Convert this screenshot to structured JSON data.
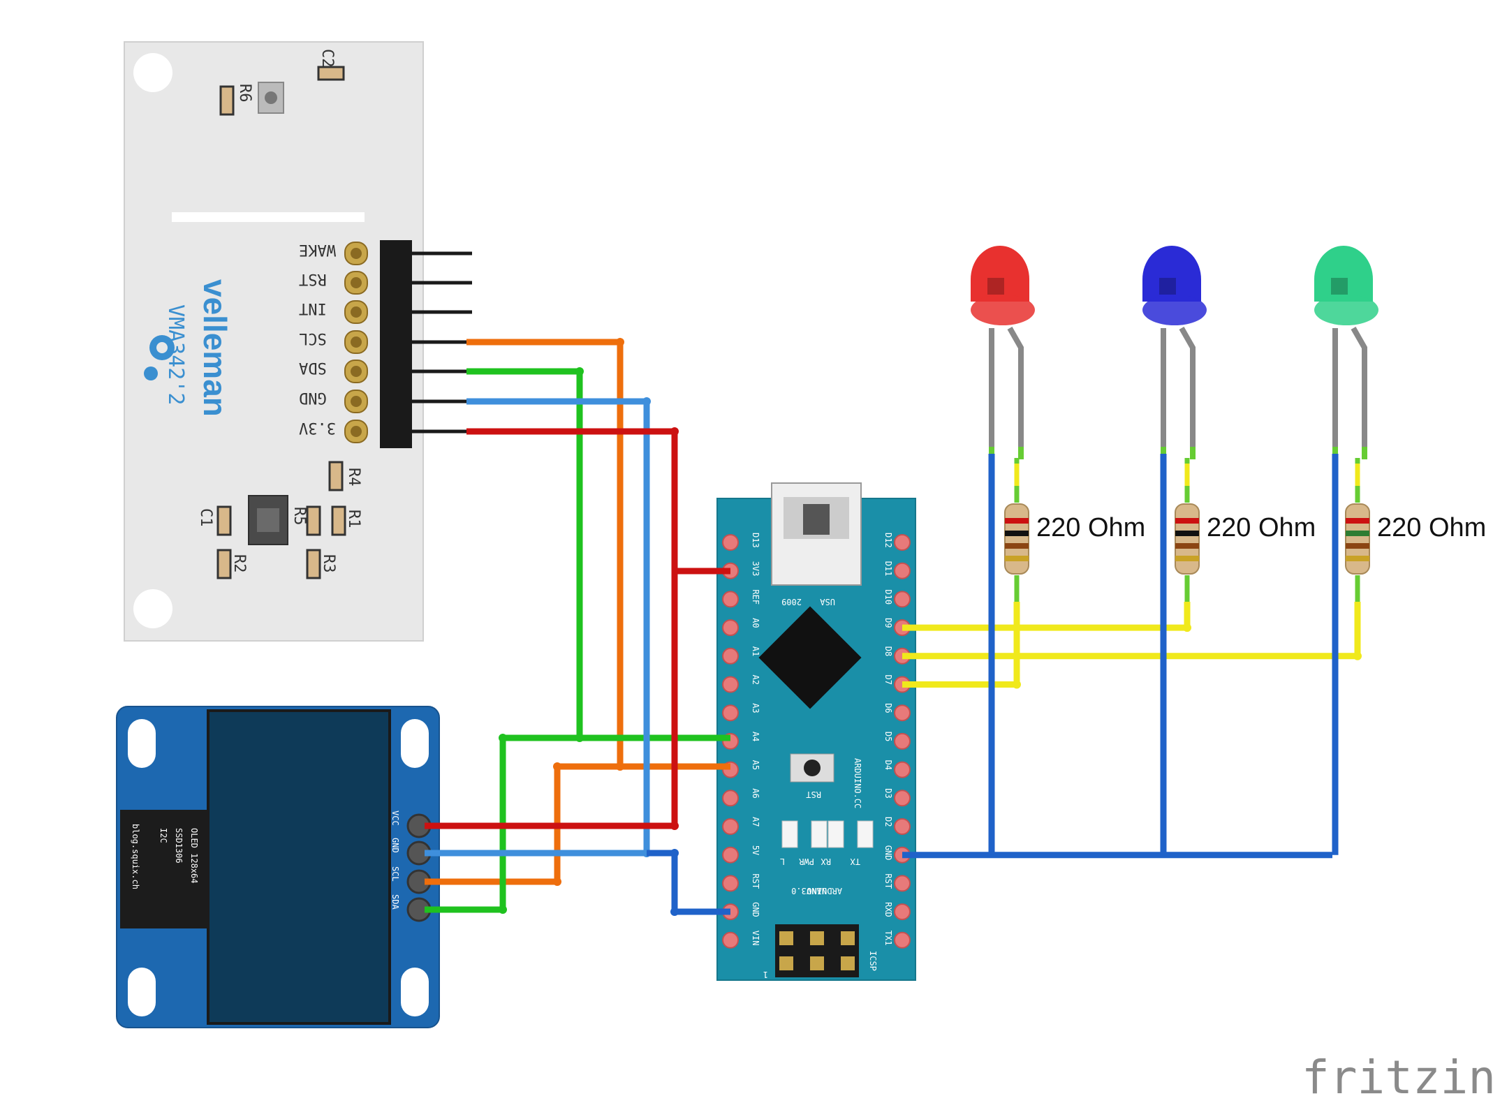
{
  "sensor": {
    "board_name": "VMA342'2",
    "brand": "velleman",
    "pins": [
      "WAKE",
      "RST",
      "INT",
      "SCL",
      "SDA",
      "GND",
      "3.3V"
    ],
    "components": [
      "C2",
      "R6",
      "C1",
      "R5",
      "R1",
      "R4",
      "R2",
      "R3"
    ]
  },
  "oled": {
    "label_lines": [
      "OLED 128x64",
      "SSD1306",
      "I2C"
    ],
    "url": "blog.squix.ch",
    "pins": [
      "VCC",
      "GND",
      "SCL",
      "SDA"
    ]
  },
  "arduino": {
    "left_pins": [
      "D13",
      "3V3",
      "REF",
      "A0",
      "A1",
      "A2",
      "A3",
      "A4",
      "A5",
      "A6",
      "A7",
      "5V",
      "RST",
      "GND",
      "VIN"
    ],
    "right_pins": [
      "D12",
      "D11",
      "D10",
      "D9",
      "D8",
      "D7",
      "D6",
      "D5",
      "D4",
      "D3",
      "D2",
      "GND",
      "RST",
      "RXD",
      "TX1"
    ],
    "usa": "USA",
    "year": "2009",
    "brand": "ARDUINO.CC",
    "rst": "RST",
    "leds": [
      "L",
      "PWR",
      "RX",
      "TX"
    ],
    "model_lines": [
      "ARDUINO",
      "NANO",
      "V3.0"
    ],
    "icsp": "ICSP",
    "icsp_pin": "1"
  },
  "leds": [
    {
      "color_name": "red",
      "color": "#e8312f"
    },
    {
      "color_name": "blue",
      "color": "#2a2bd6"
    },
    {
      "color_name": "green",
      "color": "#2fd08a"
    }
  ],
  "resistors": [
    "220 Ohm",
    "220 Ohm",
    "220 Ohm"
  ],
  "wire_colors": {
    "orange": "#ee6e0c",
    "green": "#1fc21f",
    "blue": "#3f8fdc",
    "red": "#cc1111",
    "yellow": "#f0e91c",
    "net_blue": "#1f62c9"
  },
  "watermark": "fritzing"
}
